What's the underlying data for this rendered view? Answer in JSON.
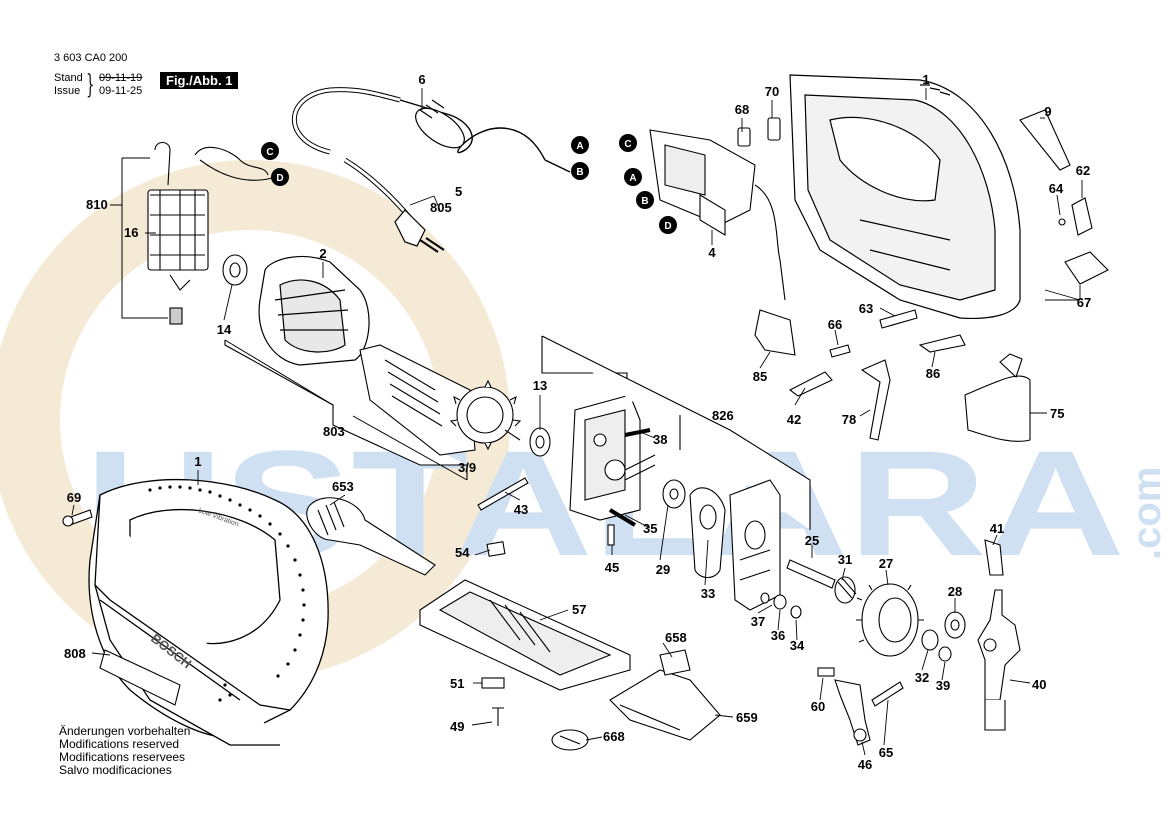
{
  "header": {
    "doc_number": "3 603 CA0 200",
    "stand_label": "Stand",
    "issue_label": "Issue",
    "stand_date": "09-11-19",
    "issue_date": "09-11-25",
    "figure": "Fig./Abb. 1"
  },
  "watermark": {
    "main": "USTALARA",
    "suffix": ".com",
    "color": "#cfe0f2",
    "ring_color": "#f5ead6"
  },
  "notes": [
    "Änderungen vorbehalten",
    "Modifications reserved",
    "Modifications reservees",
    "Salvo modificaciones"
  ],
  "tool_print": {
    "brand": "BOSCH",
    "model": "Low Vibration"
  },
  "connectors": [
    "A",
    "B",
    "C",
    "D"
  ],
  "parts": {
    "p1": "1",
    "p1b": "1",
    "p2": "2",
    "p4": "4",
    "p5": "5",
    "p6": "6",
    "p9": "9",
    "p13": "13",
    "p14": "14",
    "p16": "16",
    "p25": "25",
    "p27": "27",
    "p28": "28",
    "p29": "29",
    "p31": "31",
    "p32": "32",
    "p33": "33",
    "p34": "34",
    "p35": "35",
    "p36": "36",
    "p37": "37",
    "p38": "38",
    "p39": "39",
    "p39b": "3/9",
    "p40": "40",
    "p41": "41",
    "p42": "42",
    "p43": "43",
    "p45": "45",
    "p46": "46",
    "p49": "49",
    "p51": "51",
    "p54": "54",
    "p57": "57",
    "p60": "60",
    "p62": "62",
    "p63": "63",
    "p64": "64",
    "p65": "65",
    "p66": "66",
    "p67": "67",
    "p68": "68",
    "p69": "69",
    "p70": "70",
    "p75": "75",
    "p78": "78",
    "p85": "85",
    "p86": "86",
    "p653": "653",
    "p658": "658",
    "p659": "659",
    "p668": "668",
    "p803": "803",
    "p805": "805",
    "p808": "808",
    "p810": "810",
    "p826": "826"
  }
}
